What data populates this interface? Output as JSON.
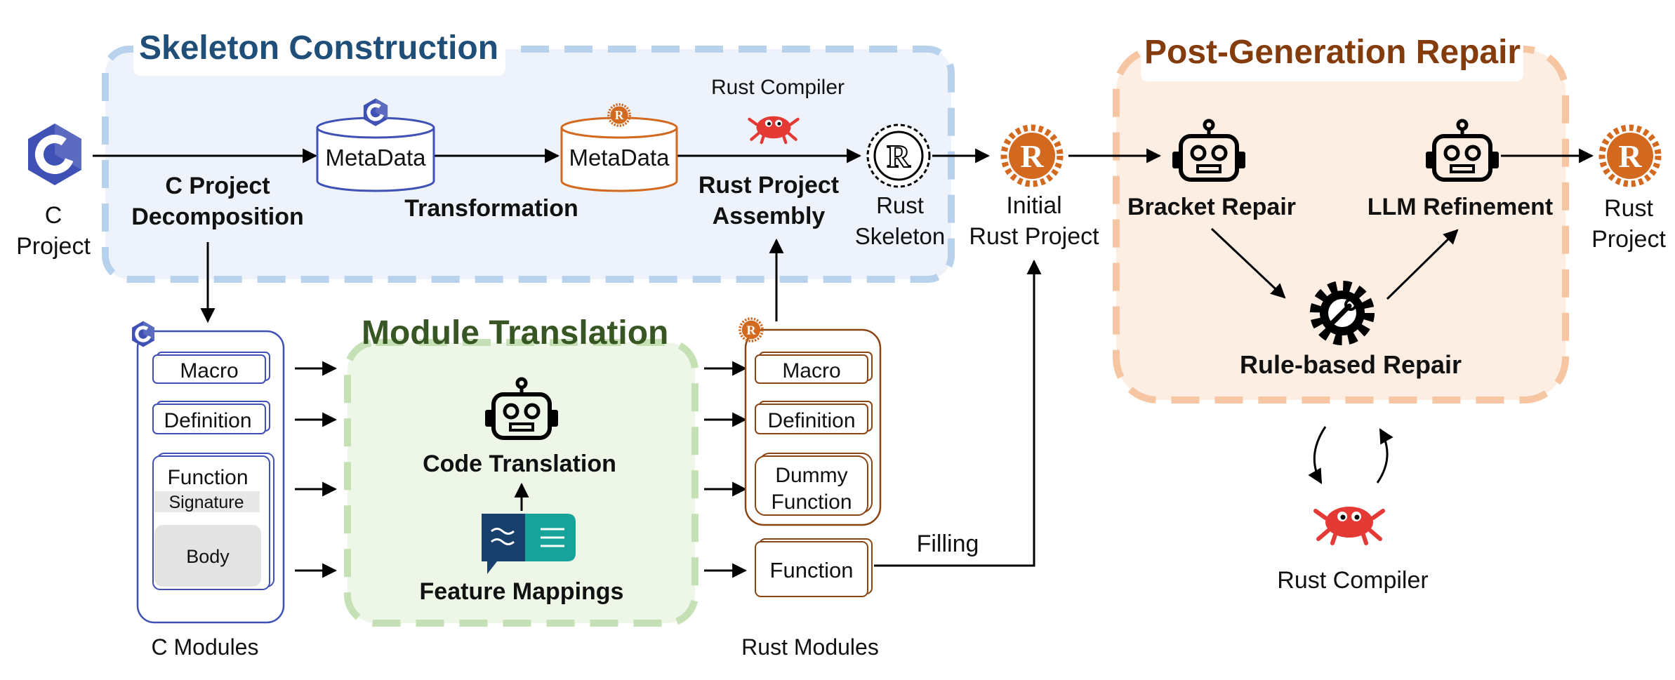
{
  "sections": {
    "skeleton": "Skeleton Construction",
    "module": "Module Translation",
    "repair": "Post-Generation Repair"
  },
  "input": {
    "line1": "C",
    "line2": "Project"
  },
  "skeleton_steps": {
    "decomposition_1": "C Project",
    "decomposition_2": "Decomposition",
    "metadata_c": "MetaData",
    "transformation": "Transformation",
    "metadata_rust": "MetaData",
    "rust_compiler": "Rust Compiler",
    "assembly_1": "Rust Project",
    "assembly_2": "Assembly",
    "rust_skeleton_1": "Rust",
    "rust_skeleton_2": "Skeleton"
  },
  "initial_project": {
    "line1": "Initial",
    "line2": "Rust Project"
  },
  "c_modules": {
    "items": [
      "Macro",
      "Definition"
    ],
    "function": "Function",
    "signature": "Signature",
    "body": "Body",
    "caption": "C Modules"
  },
  "module_translation": {
    "code_translation": "Code Translation",
    "feature_mappings": "Feature Mappings"
  },
  "rust_modules": {
    "items": [
      "Macro",
      "Definition"
    ],
    "dummy_1": "Dummy",
    "dummy_2": "Function",
    "function": "Function",
    "caption": "Rust Modules"
  },
  "filling": "Filling",
  "repair": {
    "bracket": "Bracket Repair",
    "llm": "LLM Refinement",
    "rule": "Rule-based Repair",
    "compiler": "Rust Compiler"
  },
  "output": {
    "line1": "Rust",
    "line2": "Project"
  },
  "colors": {
    "skeleton_title": "#1f4e79",
    "module_title": "#375623",
    "repair_title": "#843c0c",
    "c_blue": "#3f51b5",
    "rust_orange": "#d2691e",
    "crab_red": "#e53935"
  }
}
